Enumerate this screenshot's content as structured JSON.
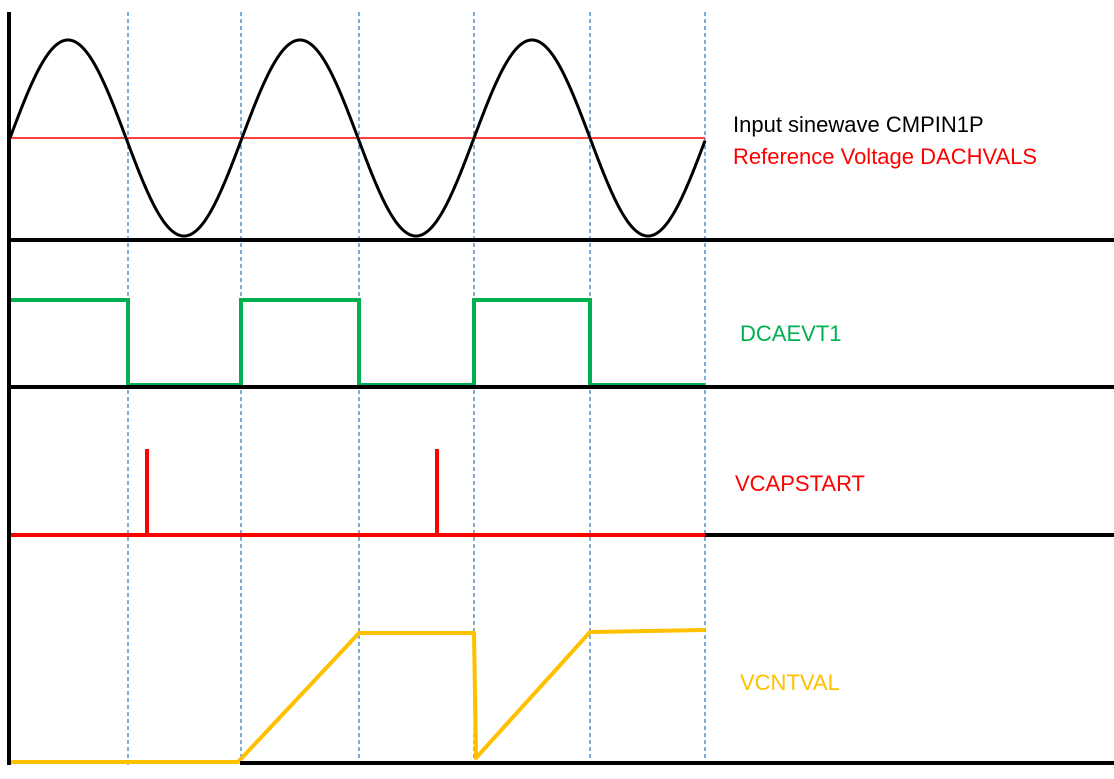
{
  "signals": {
    "input": {
      "label": "Input sinewave CMPIN1P",
      "color": "#000000"
    },
    "reference": {
      "label": "Reference Voltage DACHVALS",
      "color": "#ff0000"
    },
    "dcaevt1": {
      "label": "DCAEVT1",
      "color": "#00b050"
    },
    "vcapstart": {
      "label": "VCAPSTART",
      "color": "#ff0000"
    },
    "vcntval": {
      "label": "VCNTVAL",
      "color": "#ffc000"
    }
  },
  "colors": {
    "axis": "#000000",
    "grid": "#2e75b6"
  }
}
